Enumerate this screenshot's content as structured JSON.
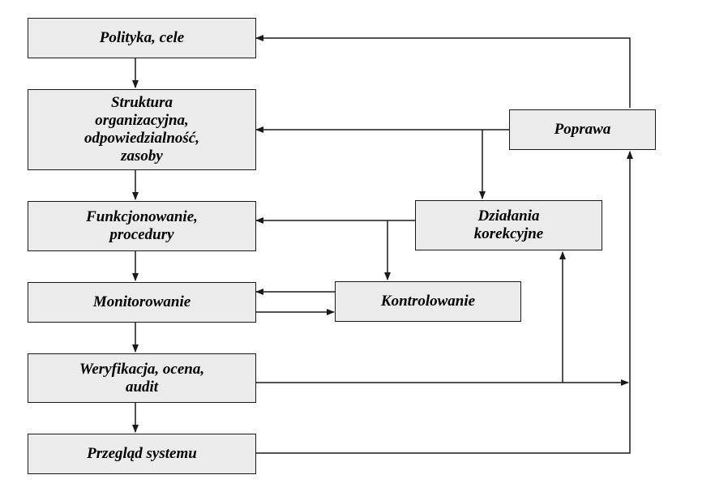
{
  "colors": {
    "box_fill": "#ebebeb",
    "box_border": "#1a1a1a",
    "line": "#1a1a1a",
    "text": "#000000"
  },
  "nodes": {
    "polityka": "Polityka, cele",
    "struktura": "Struktura\norganizacyjna,\nodpowiedzialność,\nzasoby",
    "funkcjonowanie": "Funkcjonowanie,\nprocedury",
    "monitorowanie": "Monitorowanie",
    "weryfikacja": "Weryfikacja, ocena,\naudit",
    "przeglad": "Przegląd systemu",
    "poprawa": "Poprawa",
    "dzialania": "Działania\nkorekcyjne",
    "kontrolowanie": "Kontrolowanie"
  },
  "edges": [
    {
      "from": "polityka",
      "to": "struktura"
    },
    {
      "from": "struktura",
      "to": "funkcjonowanie"
    },
    {
      "from": "funkcjonowanie",
      "to": "monitorowanie"
    },
    {
      "from": "monitorowanie",
      "to": "weryfikacja"
    },
    {
      "from": "weryfikacja",
      "to": "przeglad"
    },
    {
      "from": "poprawa",
      "to": "polityka"
    },
    {
      "from": "poprawa",
      "to": "struktura"
    },
    {
      "from": "poprawa",
      "to": "dzialania"
    },
    {
      "from": "dzialania",
      "to": "funkcjonowanie"
    },
    {
      "from": "dzialania",
      "to": "kontrolowanie"
    },
    {
      "from": "kontrolowanie",
      "to": "monitorowanie"
    },
    {
      "from": "monitorowanie",
      "to": "kontrolowanie"
    },
    {
      "from": "weryfikacja",
      "to": "dzialania"
    },
    {
      "from": "weryfikacja",
      "to": "poprawa"
    },
    {
      "from": "przeglad",
      "to": "poprawa"
    }
  ]
}
